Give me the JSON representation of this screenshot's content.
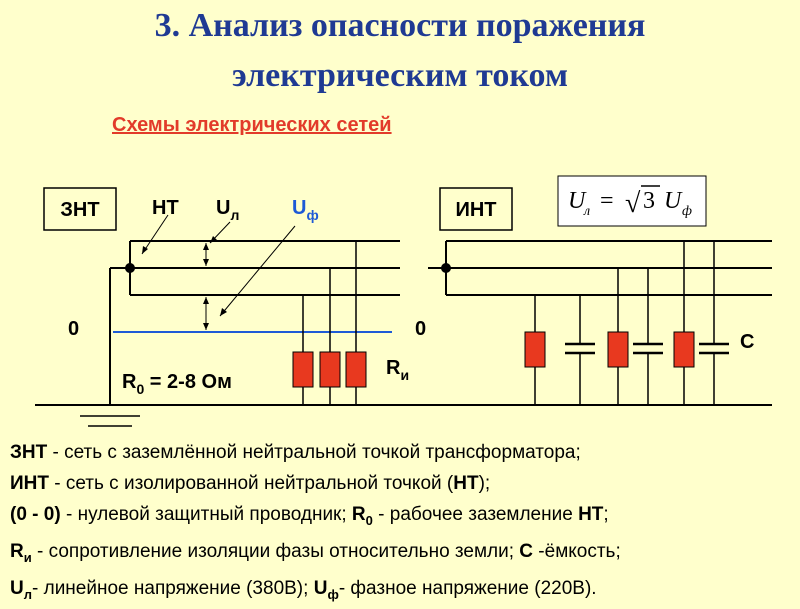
{
  "title_line1": "3. Анализ опасности поражения",
  "title_line2": "электрическим током",
  "subtitle": "Схемы электрических сетей",
  "left": {
    "box_label": "ЗНТ",
    "nt": "НТ",
    "ul_main": "U",
    "ul_sub": "л",
    "uf_main": "U",
    "uf_sub": "ф",
    "zero": "0",
    "r0_main": "R",
    "r0_sub": "0",
    "r0_value": " = 2-8 Ом",
    "ri_main": "R",
    "ri_sub": "и"
  },
  "right": {
    "box_label": "ИНТ",
    "zero": "0",
    "c": "С",
    "formula": {
      "u": "U",
      "l": "л",
      "eq": "=",
      "sqrt": "√",
      "three": "3",
      "u2": "U",
      "f": "ф"
    }
  },
  "desc": {
    "l1_bold": "ЗНТ",
    "l1_text": " - сеть с заземлённой нейтральной точкой трансформатора;",
    "l2_bold": "ИНТ",
    "l2_text1": " - сеть с изолированной нейтральной точкой (",
    "l2_bold2": "НТ",
    "l2_text2": ");",
    "l3_bold": "(0 - 0)",
    "l3_text1": "  - нулевой защитный проводник; ",
    "l3_r": "R",
    "l3_rsub": "0",
    "l3_text2": " - рабочее заземление ",
    "l3_bold2": "НТ",
    "l3_text3": ";",
    "l4_r": "R",
    "l4_rsub": "и",
    "l4_text1": " - сопротивление изоляции фазы относительно земли; ",
    "l4_c": "С",
    "l4_text2": " -ёмкость;",
    "l5_u": "U",
    "l5_usub": "л",
    "l5_text1": "-  линейное напряжение (380В); ",
    "l5_u2": "U",
    "l5_u2sub": "ф",
    "l5_text2": "- фазное напряжение (220В)."
  },
  "colors": {
    "background": "#ffffcc",
    "title": "#1f3a93",
    "subtitle": "#e23b2a",
    "resistor": "#e8391f",
    "neutral_wire": "#1e5ad6",
    "uf_label": "#1e5ad6"
  }
}
